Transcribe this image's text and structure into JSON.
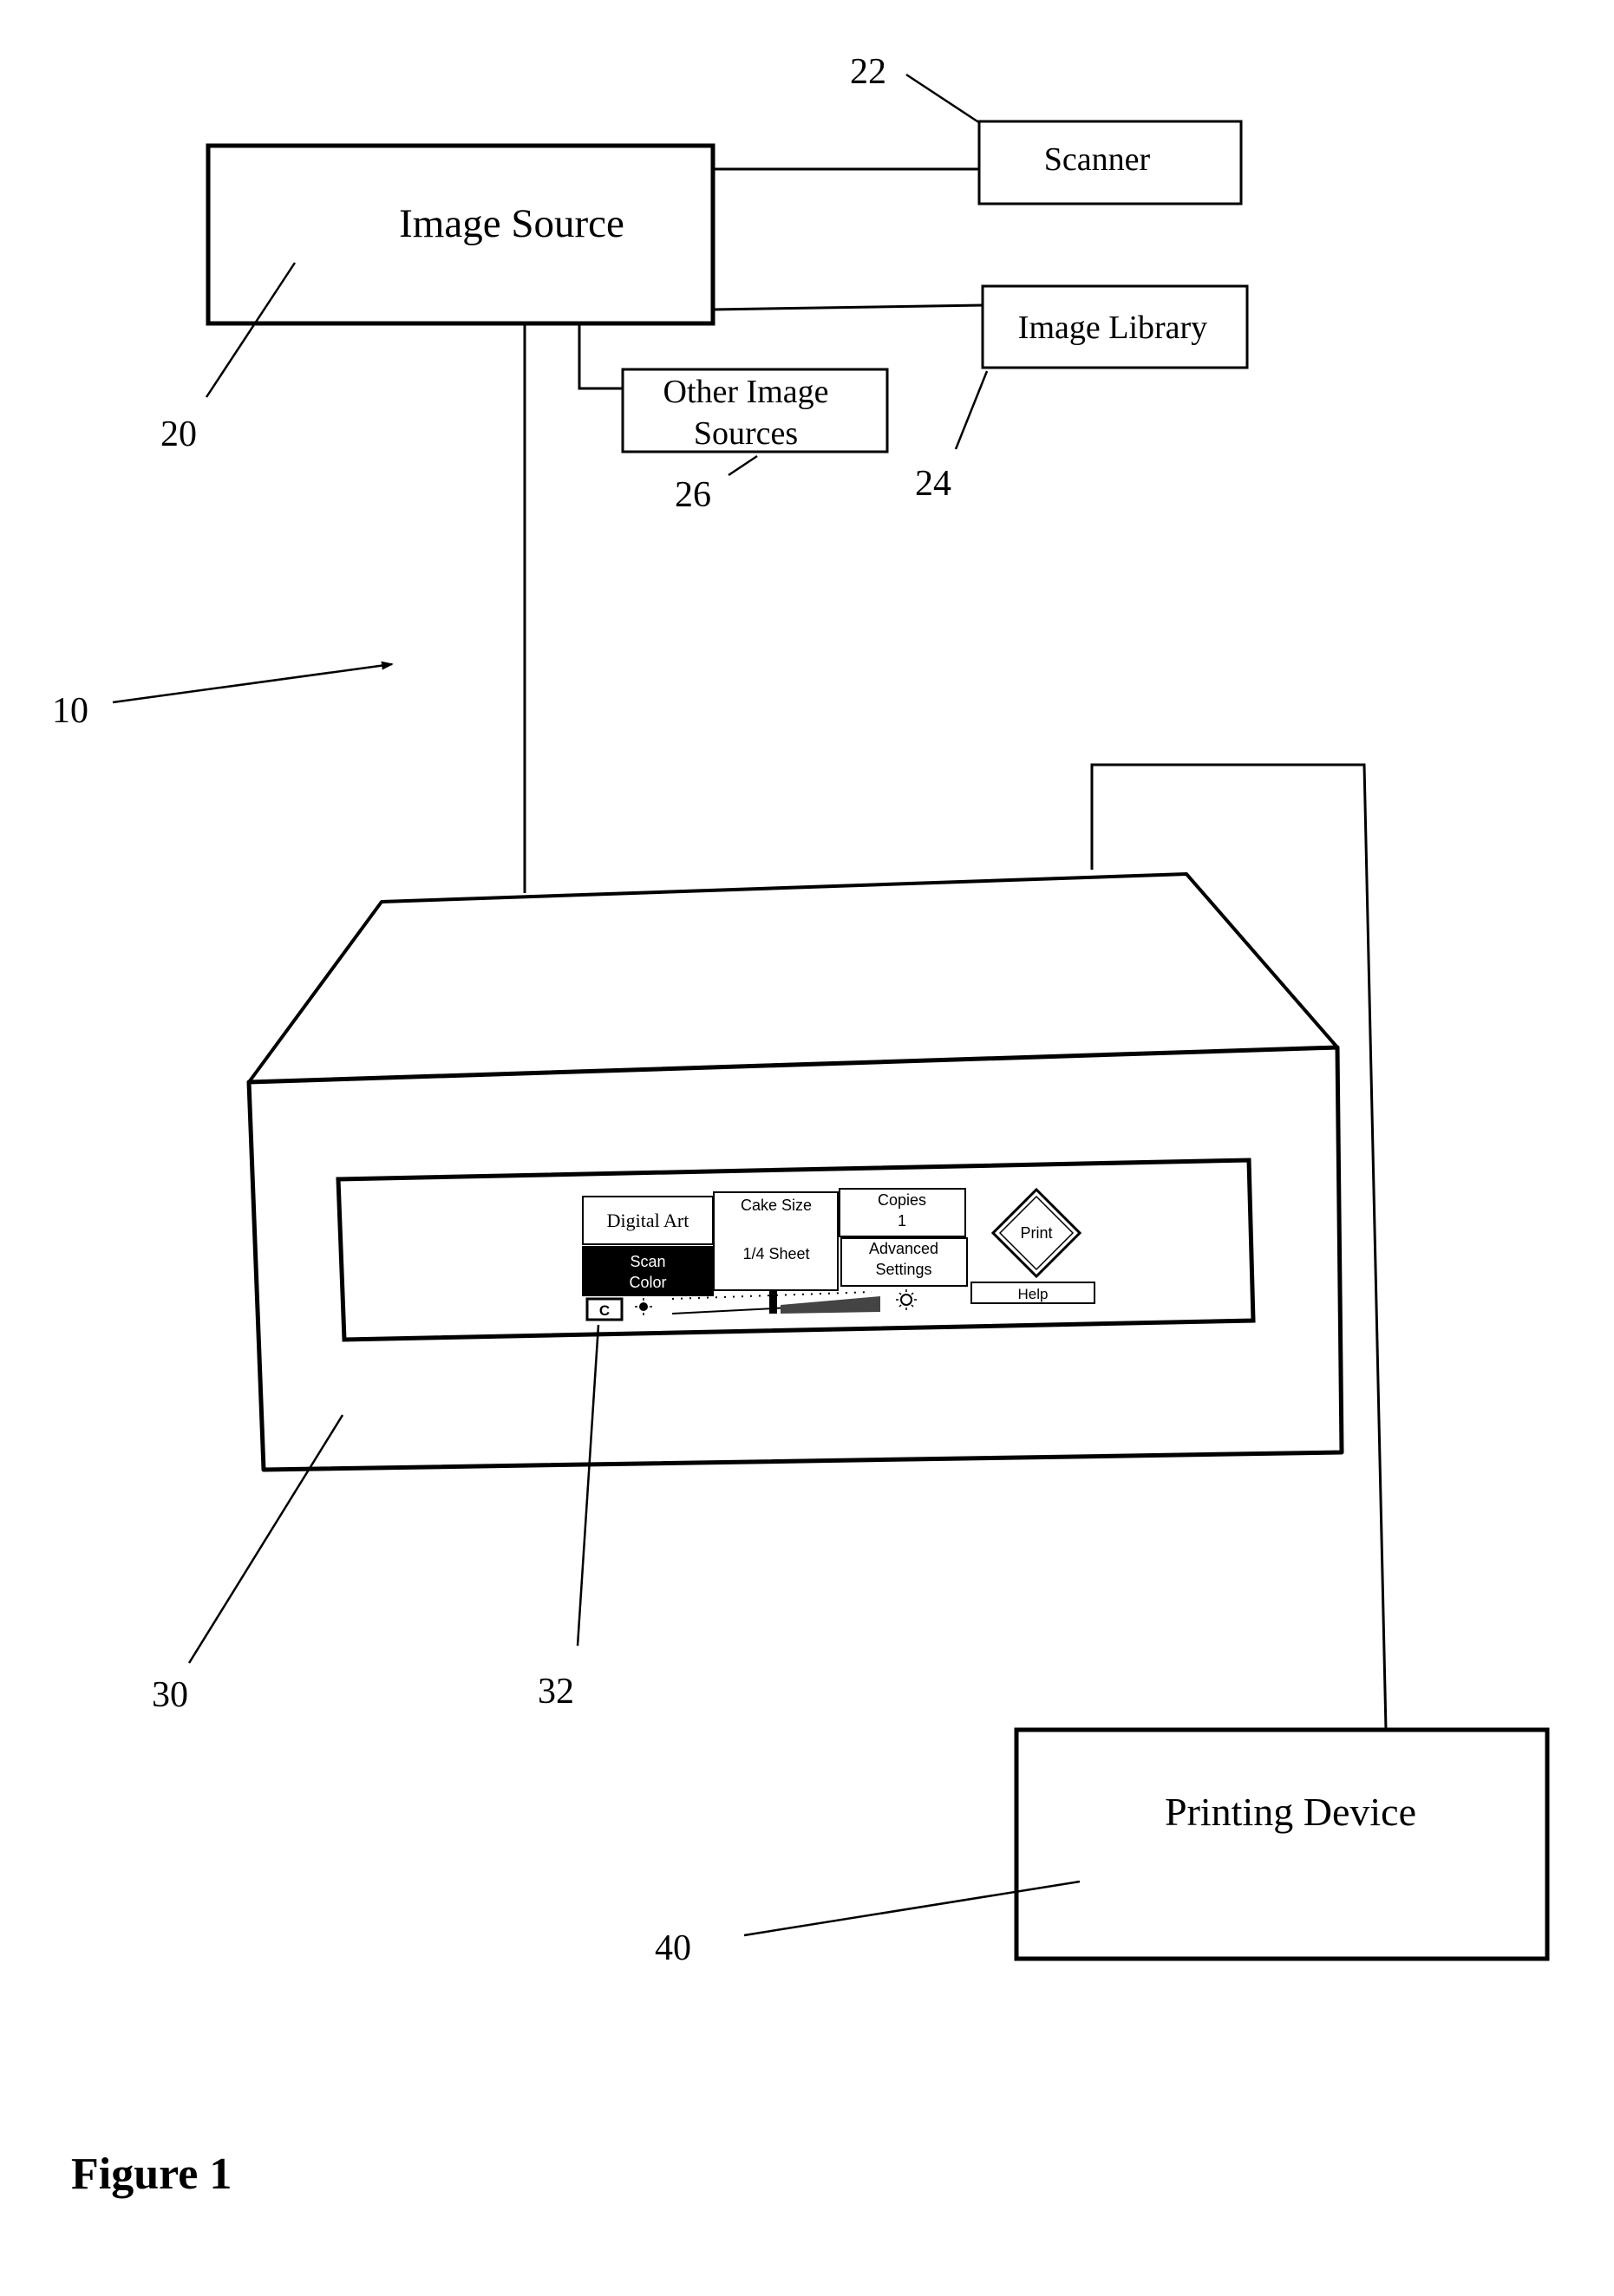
{
  "boxes": {
    "image_source": "Image Source",
    "scanner": "Scanner",
    "image_library": "Image Library",
    "other_sources_line1": "Other Image",
    "other_sources_line2": "Sources",
    "printing_device": "Printing Device"
  },
  "refs": {
    "r10": "10",
    "r20": "20",
    "r22": "22",
    "r24": "24",
    "r26": "26",
    "r30": "30",
    "r32": "32",
    "r40": "40"
  },
  "panel": {
    "digital_art": "Digital Art",
    "scan_line1": "Scan",
    "scan_line2": "Color",
    "cake_size": "Cake Size",
    "sheet": "1/4 Sheet",
    "copies": "Copies",
    "copies_value": "1",
    "advanced_line1": "Advanced",
    "advanced_line2": "Settings",
    "print": "Print",
    "help": "Help",
    "c_button": "C",
    "icons": {
      "light_low": "sun-small-icon",
      "light_high": "sun-large-icon"
    }
  },
  "caption": "Figure 1"
}
